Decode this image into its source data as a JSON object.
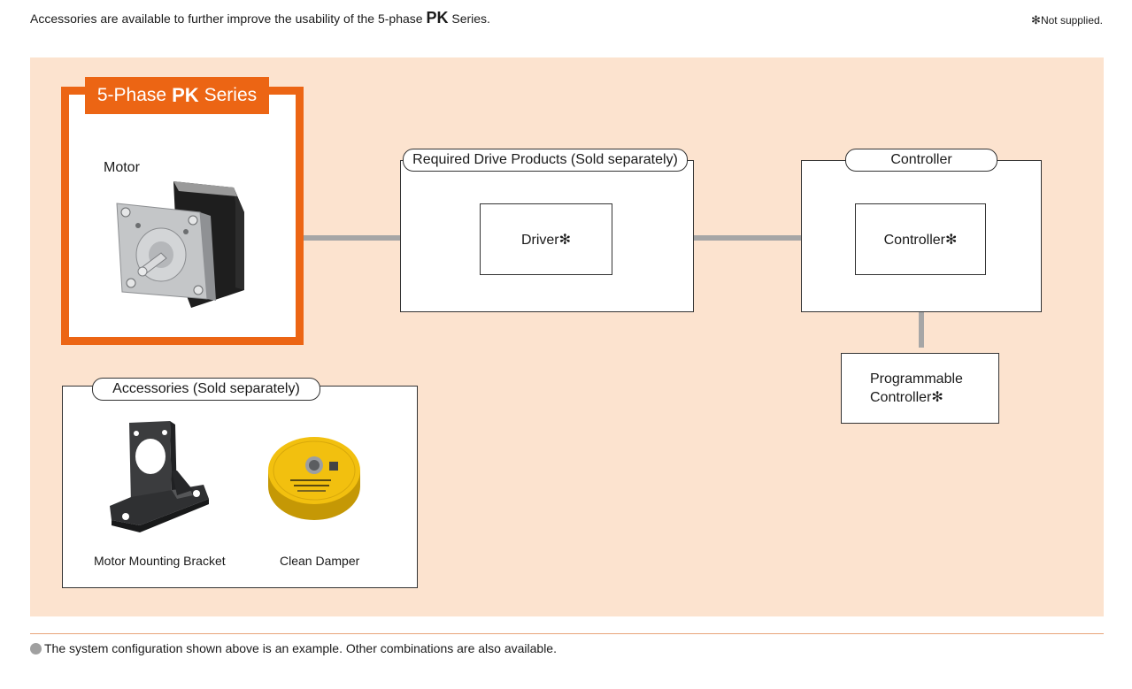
{
  "intro": {
    "before": "Accessories are available to further improve the usability of the 5-phase",
    "brand": "PK",
    "after": "Series."
  },
  "footnote": {
    "star": "✻",
    "text": "Not supplied."
  },
  "series": {
    "pre": "5-Phase",
    "brand": "PK",
    "post": "Series",
    "motor_label": "Motor"
  },
  "drive": {
    "title": "Required Drive Products (Sold separately)",
    "driver": "Driver✻"
  },
  "controller": {
    "title": "Controller",
    "controller": "Controller✻"
  },
  "plc": {
    "line1": "Programmable",
    "line2": "Controller✻"
  },
  "accessories": {
    "title": "Accessories (Sold separately)",
    "items": [
      "Motor Mounting Bracket",
      "Clean Damper"
    ]
  },
  "note": "The system configuration shown above is an example. Other combinations are also available.",
  "colors": {
    "orange": "#ec6514",
    "panel": "#fce3cf",
    "line": "#a6a6a6",
    "damper": "#f2c00f"
  }
}
